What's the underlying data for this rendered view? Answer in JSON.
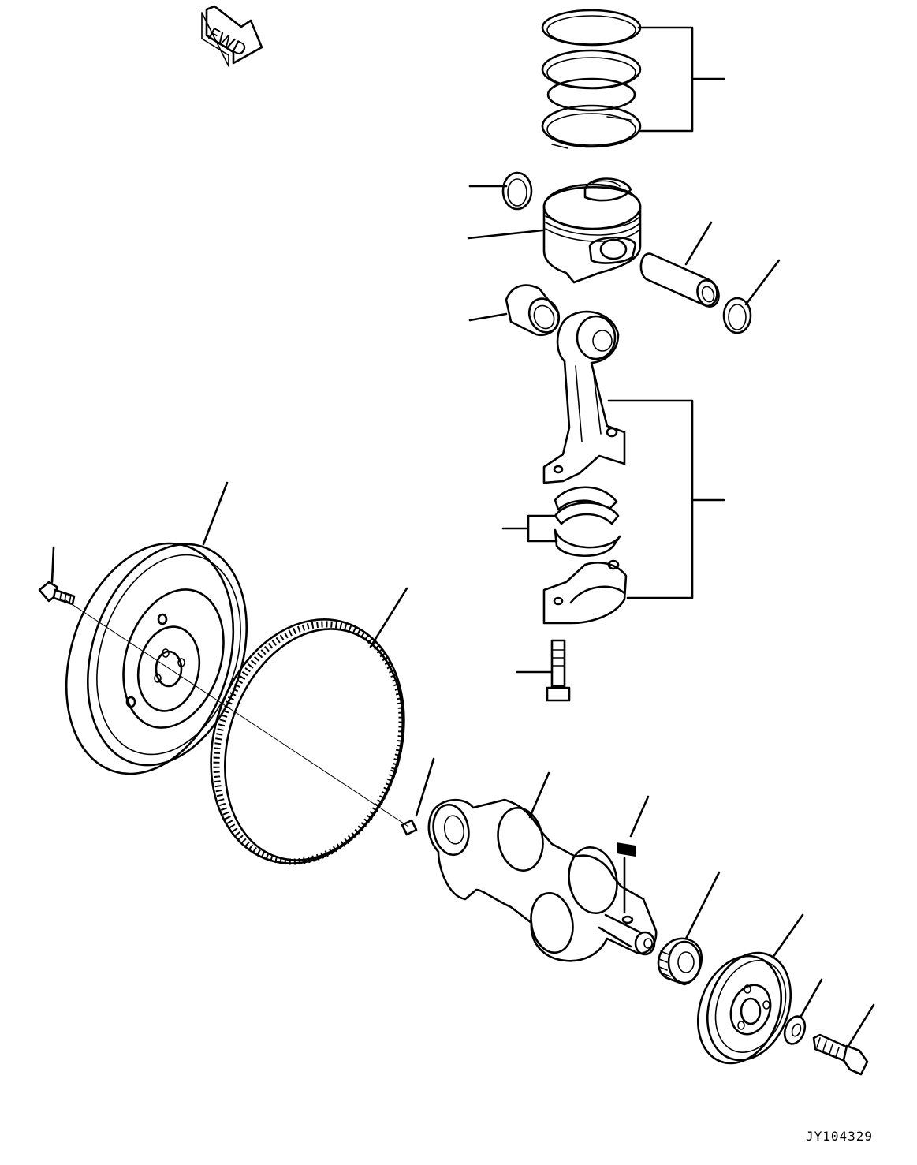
{
  "fwd_label": "FWD",
  "drawing_code": "JY104329",
  "parts": [
    "piston-ring-set",
    "snap-ring",
    "piston",
    "piston-pin",
    "snap-ring",
    "bushing",
    "connecting-rod",
    "connecting-rod-bearing",
    "connecting-rod-bolt",
    "flywheel-bolt",
    "flywheel",
    "ring-gear",
    "dowel-pin",
    "crankshaft",
    "woodruff-key",
    "crankshaft-gear",
    "crankshaft-pulley",
    "washer",
    "pulley-bolt"
  ]
}
